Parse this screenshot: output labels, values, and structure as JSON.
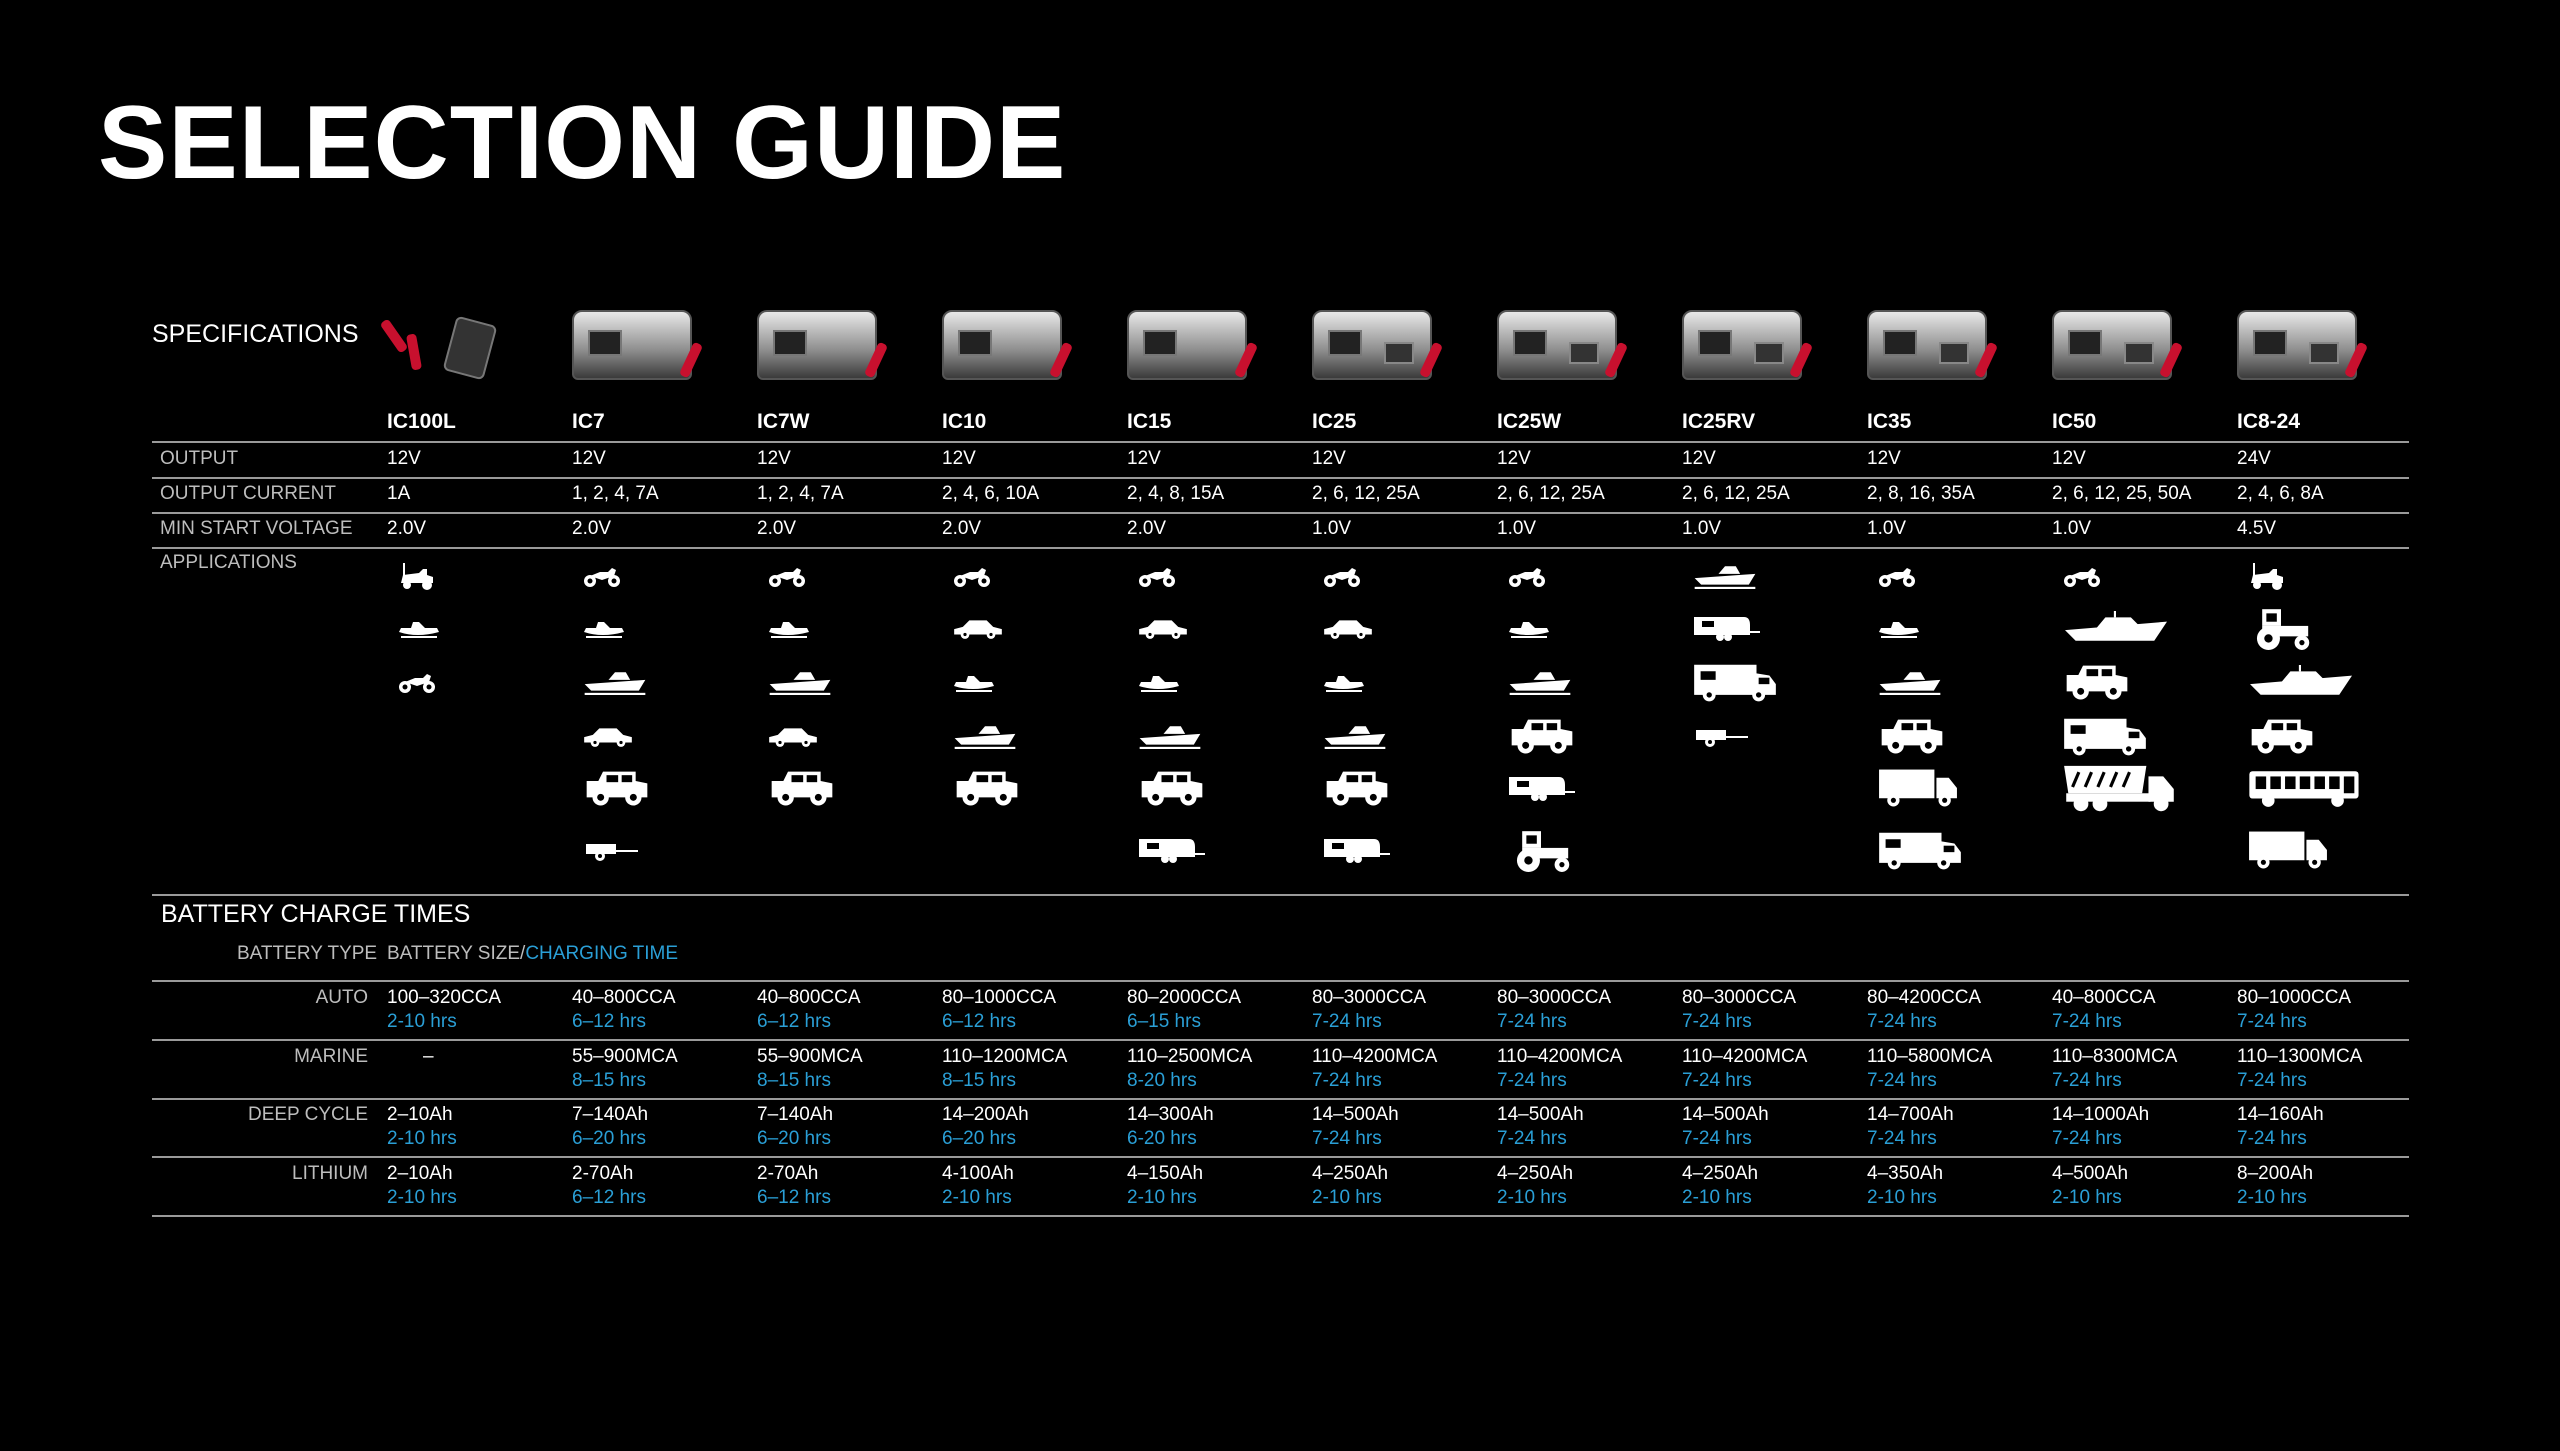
{
  "title": "SELECTION GUIDE",
  "specifications_label": "SPECIFICATIONS",
  "models": [
    "IC100L",
    "IC7",
    "IC7W",
    "IC10",
    "IC15",
    "IC25",
    "IC25W",
    "IC25RV",
    "IC35",
    "IC50",
    "IC8-24"
  ],
  "spec_rows": [
    {
      "label": "OUTPUT",
      "values": [
        "12V",
        "12V",
        "12V",
        "12V",
        "12V",
        "12V",
        "12V",
        "12V",
        "12V",
        "12V",
        "24V"
      ]
    },
    {
      "label": "OUTPUT CURRENT",
      "values": [
        "1A",
        "1, 2, 4, 7A",
        "1, 2, 4, 7A",
        "2, 4, 6, 10A",
        "2, 4, 8, 15A",
        "2, 6, 12, 25A",
        "2, 6, 12, 25A",
        "2, 6, 12, 25A",
        "2, 8, 16, 35A",
        "2, 6, 12, 25, 50A",
        "2, 4, 6, 8A"
      ]
    },
    {
      "label": "MIN START VOLTAGE",
      "values": [
        "2.0V",
        "2.0V",
        "2.0V",
        "2.0V",
        "2.0V",
        "1.0V",
        "1.0V",
        "1.0V",
        "1.0V",
        "1.0V",
        "4.5V"
      ]
    }
  ],
  "applications_label": "APPLICATIONS",
  "applications": [
    [
      "mower",
      "jetski",
      "motorcycle"
    ],
    [
      "motorcycle",
      "jetski",
      "boat",
      "car",
      "4wd",
      "trailer"
    ],
    [
      "motorcycle",
      "jetski",
      "boat",
      "car",
      "4wd"
    ],
    [
      "motorcycle",
      "car",
      "jetski",
      "boat",
      "4wd"
    ],
    [
      "motorcycle",
      "car",
      "jetski",
      "boat",
      "4wd",
      "caravan"
    ],
    [
      "motorcycle",
      "car",
      "jetski",
      "boat",
      "4wd",
      "caravan"
    ],
    [
      "motorcycle",
      "jetski",
      "boat",
      "4wd",
      "caravan",
      "tractor"
    ],
    [
      "boat",
      "caravan",
      "motorhome",
      "trailer"
    ],
    [
      "motorcycle",
      "jetski",
      "boat",
      "4wd",
      "truck",
      "motorhome"
    ],
    [
      "motorcycle",
      "yacht",
      "4wd",
      "motorhome",
      "dump-truck"
    ],
    [
      "mower",
      "tractor",
      "yacht",
      "4wd",
      "bus",
      "truck"
    ]
  ],
  "charge": {
    "heading": "BATTERY CHARGE TIMES",
    "type_header": "BATTERY TYPE",
    "size_header": "BATTERY SIZE/",
    "time_header": "CHARGING TIME",
    "accent_color": "#2a9fd6",
    "rows": [
      {
        "label": "AUTO",
        "sizes": [
          "100–320CCA",
          "40–800CCA",
          "40–800CCA",
          "80–1000CCA",
          "80–2000CCA",
          "80–3000CCA",
          "80–3000CCA",
          "80–3000CCA",
          "80–4200CCA",
          "40–800CCA",
          "80–1000CCA"
        ],
        "times": [
          "2-10 hrs",
          "6–12 hrs",
          "6–12 hrs",
          "6–12 hrs",
          "6–15 hrs",
          "7-24 hrs",
          "7-24 hrs",
          "7-24 hrs",
          "7-24 hrs",
          "7-24 hrs",
          "7-24 hrs"
        ]
      },
      {
        "label": "MARINE",
        "sizes": [
          "–",
          "55–900MCA",
          "55–900MCA",
          "110–1200MCA",
          "110–2500MCA",
          "110–4200MCA",
          "110–4200MCA",
          "110–4200MCA",
          "110–5800MCA",
          "110–8300MCA",
          "110–1300MCA"
        ],
        "times": [
          "",
          "8–15 hrs",
          "8–15 hrs",
          "8–15 hrs",
          "8-20 hrs",
          "7-24 hrs",
          "7-24 hrs",
          "7-24 hrs",
          "7-24 hrs",
          "7-24 hrs",
          "7-24 hrs"
        ]
      },
      {
        "label": "DEEP CYCLE",
        "sizes": [
          "2–10Ah",
          "7–140Ah",
          "7–140Ah",
          "14–200Ah",
          "14–300Ah",
          "14–500Ah",
          "14–500Ah",
          "14–500Ah",
          "14–700Ah",
          "14–1000Ah",
          "14–160Ah"
        ],
        "times": [
          "2-10 hrs",
          "6–20 hrs",
          "6–20 hrs",
          "6–20 hrs",
          "6-20 hrs",
          "7-24 hrs",
          "7-24 hrs",
          "7-24 hrs",
          "7-24 hrs",
          "7-24 hrs",
          "7-24 hrs"
        ]
      },
      {
        "label": "LITHIUM",
        "sizes": [
          "2–10Ah",
          "2-70Ah",
          "2-70Ah",
          "4-100Ah",
          "4–150Ah",
          "4–250Ah",
          "4–250Ah",
          "4–250Ah",
          "4–350Ah",
          "4–500Ah",
          "8–200Ah"
        ],
        "times": [
          "2-10 hrs",
          "6–12 hrs",
          "6–12 hrs",
          "2-10 hrs",
          "2-10 hrs",
          "2-10 hrs",
          "2-10 hrs",
          "2-10 hrs",
          "2-10 hrs",
          "2-10 hrs",
          "2-10 hrs"
        ]
      }
    ]
  }
}
